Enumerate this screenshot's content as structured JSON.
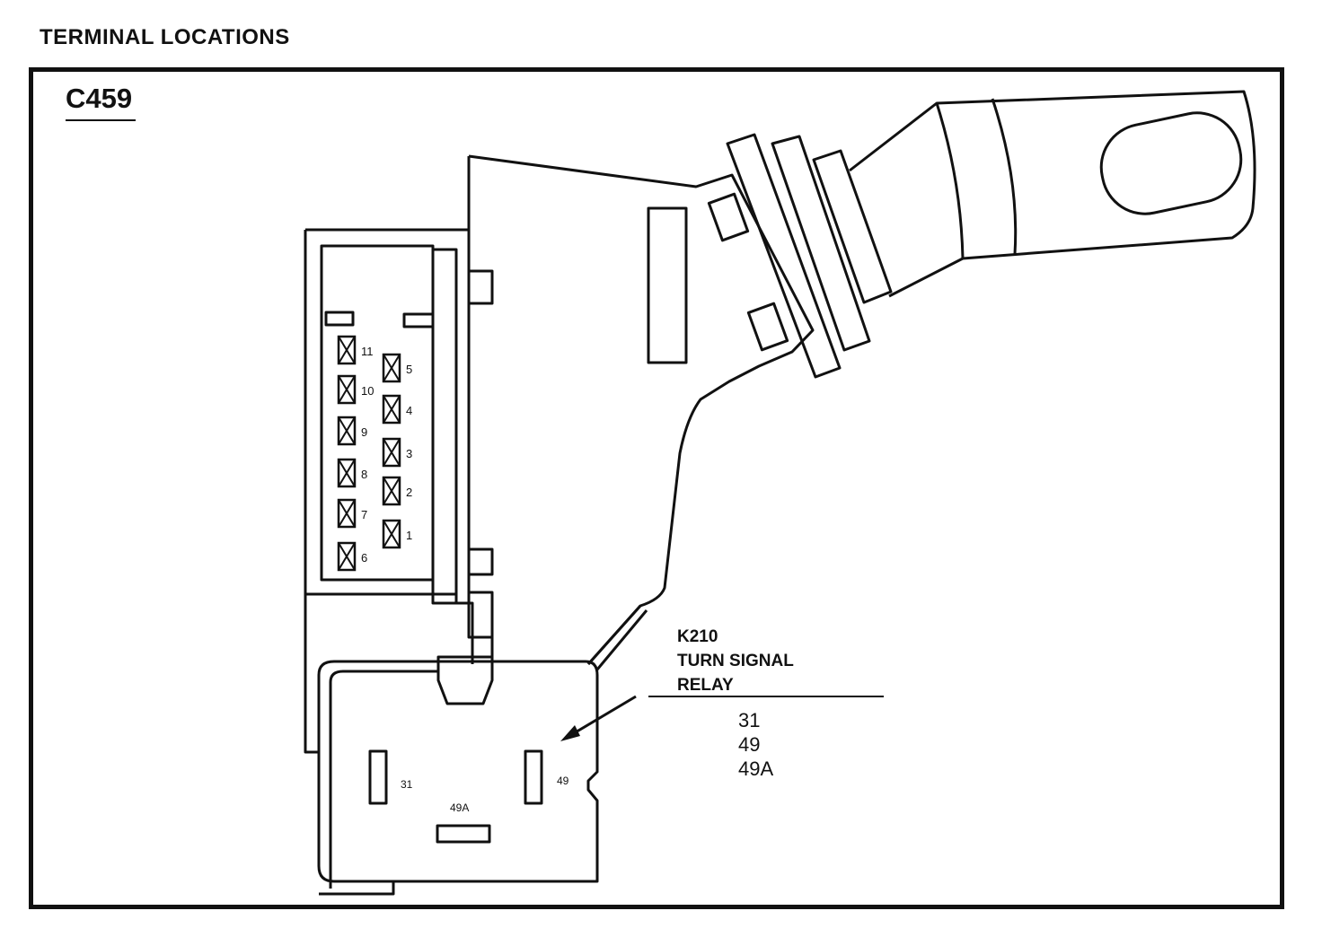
{
  "title": "TERMINAL LOCATIONS",
  "connector": {
    "id": "C459",
    "pins_left": [
      "11",
      "10",
      "9",
      "8",
      "7",
      "6"
    ],
    "pins_right": [
      "5",
      "4",
      "3",
      "2",
      "1"
    ]
  },
  "relay": {
    "name_lines": [
      "K210",
      "TURN SIGNAL",
      "RELAY"
    ],
    "terminals": [
      "31",
      "49",
      "49A"
    ],
    "pin_labels": {
      "left": "31",
      "right": "49",
      "bottom": "49A"
    }
  }
}
